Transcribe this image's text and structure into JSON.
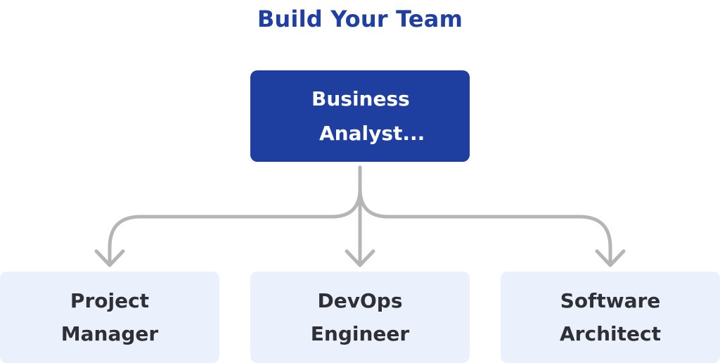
{
  "title": "Build Your Team",
  "root": {
    "line1": "Business",
    "line2": "Analyst..."
  },
  "children": [
    {
      "line1": "Project",
      "line2": "Manager"
    },
    {
      "line1": "DevOps",
      "line2": "Engineer"
    },
    {
      "line1": "Software",
      "line2": "Architect"
    }
  ],
  "colors": {
    "title": "#1f3fa3",
    "root_fill": "#1e3ea0",
    "child_fill": "#ebf0fd",
    "connector": "#b5b5b5"
  }
}
